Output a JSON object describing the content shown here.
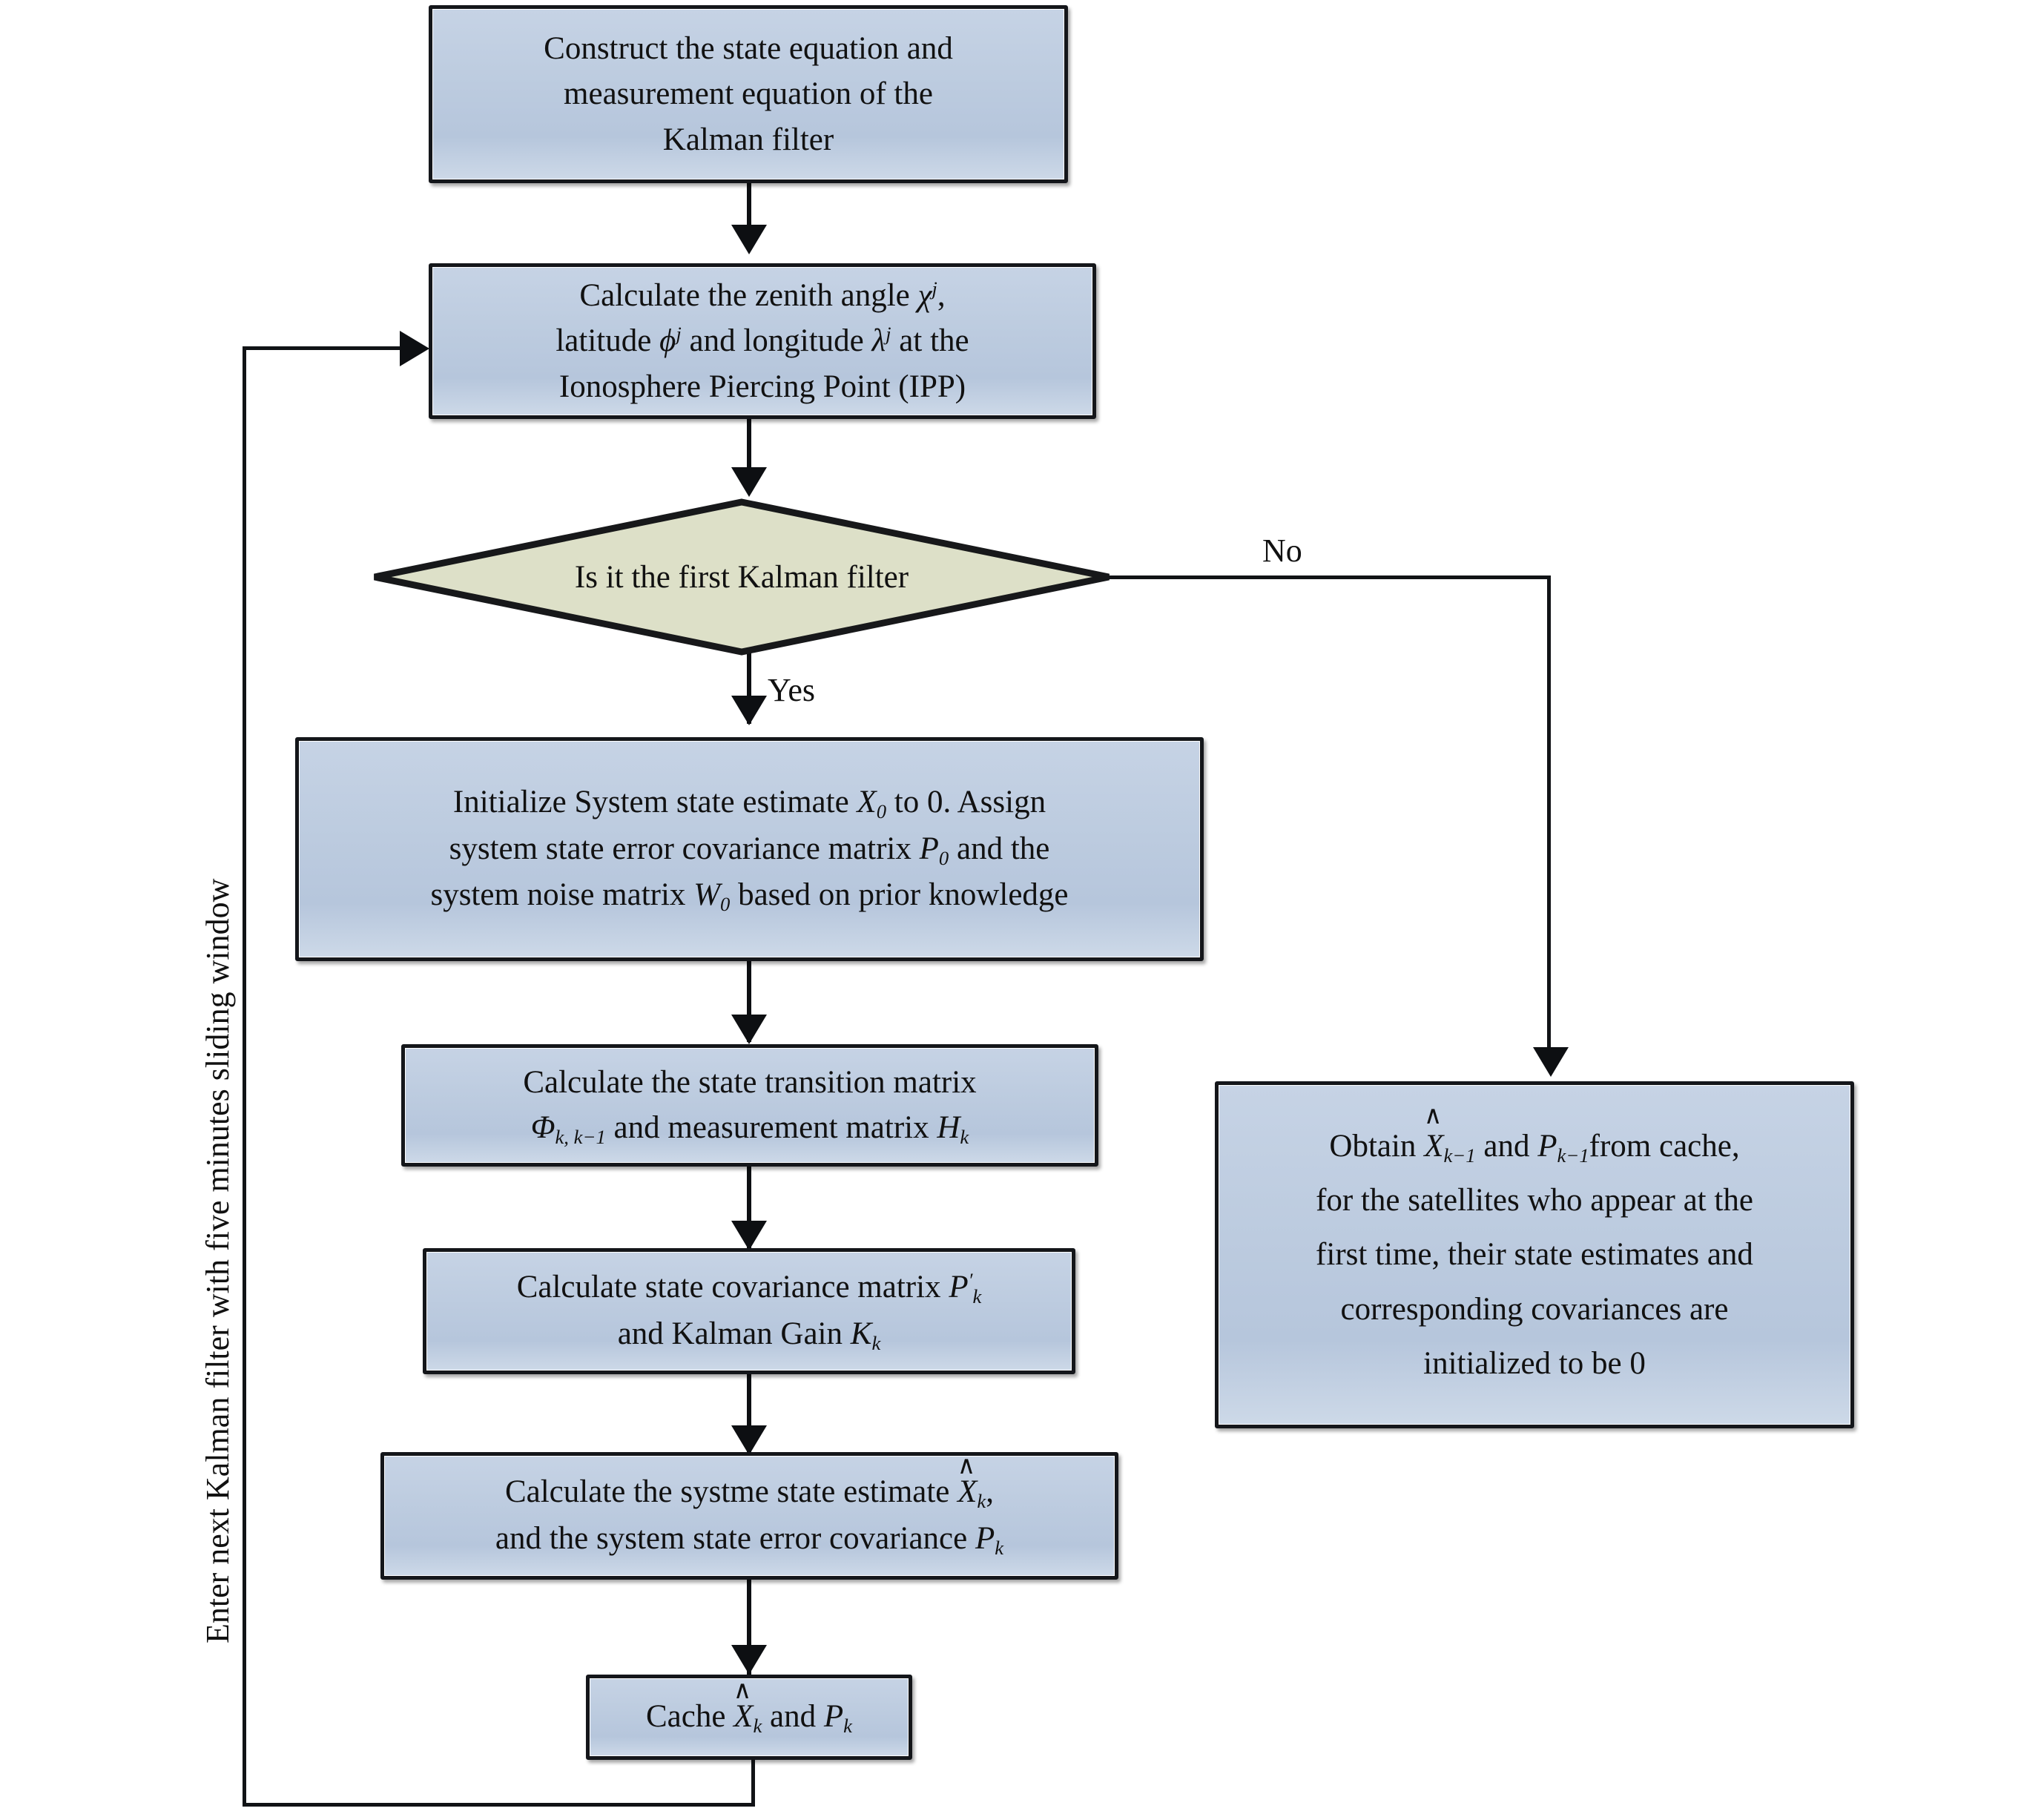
{
  "diagram": {
    "type": "flowchart",
    "title": "Kalman filter processing flowchart",
    "colors": {
      "process_fill": "#bccbdf",
      "decision_fill": "#dde0c8",
      "stroke": "#0d0f12",
      "background": "#ffffff",
      "text": "#111111"
    },
    "nodes": {
      "construct": {
        "shape": "process",
        "lines": [
          "Construct the state equation and",
          "measurement equation of the",
          "Kalman filter"
        ]
      },
      "zenith": {
        "shape": "process",
        "line1_a": "Calculate the zenith angle ",
        "line1_sym": "χ",
        "line1_sup": "j",
        "line1_b": ",",
        "line2_a": "latitude ",
        "line2_sym1": "ϕ",
        "line2_sup1": "j",
        "line2_b": " and longitude ",
        "line2_sym2": "λ",
        "line2_sup2": "j",
        "line2_c": " at the",
        "line3": "Ionosphere Piercing Point (IPP)"
      },
      "decision": {
        "shape": "decision",
        "text": "Is it the first Kalman filter",
        "yes_label": "Yes",
        "no_label": "No"
      },
      "initialize": {
        "shape": "process",
        "line1_a": "Initialize System state estimate ",
        "line1_sym": "X",
        "line1_sub": "0",
        "line1_b": " to 0. Assign",
        "line2_a": "system state error covariance matrix ",
        "line2_sym": "P",
        "line2_sub": "0",
        "line2_b": " and the",
        "line3_a": "system noise matrix ",
        "line3_sym": "W",
        "line3_sub": "0",
        "line3_b": " based on prior knowledge"
      },
      "transition": {
        "shape": "process",
        "line1": "Calculate the state transition matrix",
        "line2_sym1": "Φ",
        "line2_sub1": "k, k−1",
        "line2_a": " and measurement matrix ",
        "line2_sym2": "H",
        "line2_sub2": "k"
      },
      "covariance": {
        "shape": "process",
        "line1_a": "Calculate state covariance matrix ",
        "line1_sym": "P",
        "line1_sub": "k",
        "line1_prime": "′",
        "line2_a": "and Kalman Gain ",
        "line2_sym": "K",
        "line2_sub": "k"
      },
      "estimate": {
        "shape": "process",
        "line1_a": "Calculate the systme state estimate ",
        "line1_sym": "X",
        "line1_hat": "∧",
        "line1_sub": "k",
        "line1_b": ",",
        "line2_a": "and the system state error covariance ",
        "line2_sym": "P",
        "line2_sub": "k"
      },
      "cache": {
        "shape": "process",
        "a": "Cache ",
        "sym1": "X",
        "hat1": "∧",
        "sub1": "k",
        "b": " and ",
        "sym2": "P",
        "sub2": "k"
      },
      "obtain": {
        "shape": "process",
        "line1_a": "Obtain ",
        "line1_sym1": "X",
        "line1_hat": "∧",
        "line1_sub1": "k−1",
        "line1_b": " and ",
        "line1_sym2": "P",
        "line1_sub2": "k−1",
        "line1_c": "from cache,",
        "line2": "for the satellites who appear at the",
        "line3": "first time, their state estimates and",
        "line4": "corresponding covariances are",
        "line5": "initialized to be 0"
      }
    },
    "annotations": {
      "loop_label": "Enter next Kalman filter with five minutes sliding window"
    }
  }
}
